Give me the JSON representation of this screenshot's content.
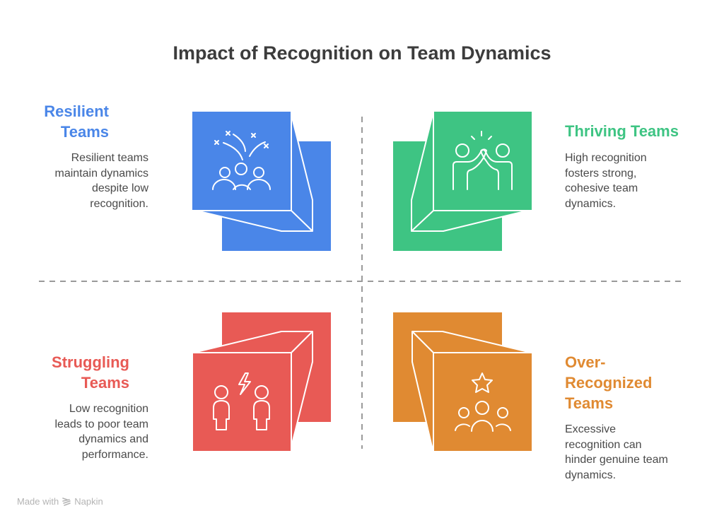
{
  "title": "Impact of Recognition on Team Dynamics",
  "quadrants": [
    {
      "id": "resilient",
      "heading_lines": [
        "Resilient",
        "Teams"
      ],
      "description_lines": [
        "Resilient teams",
        "maintain dynamics",
        "despite low",
        "recognition."
      ],
      "color": "#4A86E8",
      "icon": "celebrating-team-icon"
    },
    {
      "id": "thriving",
      "heading_lines": [
        "Thriving Teams"
      ],
      "description_lines": [
        "High recognition",
        "fosters strong,",
        "cohesive team",
        "dynamics."
      ],
      "color": "#3EC483",
      "icon": "high-five-icon"
    },
    {
      "id": "struggling",
      "heading_lines": [
        "Struggling",
        "Teams"
      ],
      "description_lines": [
        "Low recognition",
        "leads to poor team",
        "dynamics and",
        "performance."
      ],
      "color": "#E85A55",
      "icon": "conflict-icon"
    },
    {
      "id": "over-recognized",
      "heading_lines": [
        "Over-",
        "Recognized",
        "Teams"
      ],
      "description_lines": [
        "Excessive",
        "recognition can",
        "hinder genuine team",
        "dynamics."
      ],
      "color": "#E08A32",
      "icon": "star-team-icon"
    }
  ],
  "footer": {
    "made_with": "Made with",
    "brand": "Napkin"
  }
}
